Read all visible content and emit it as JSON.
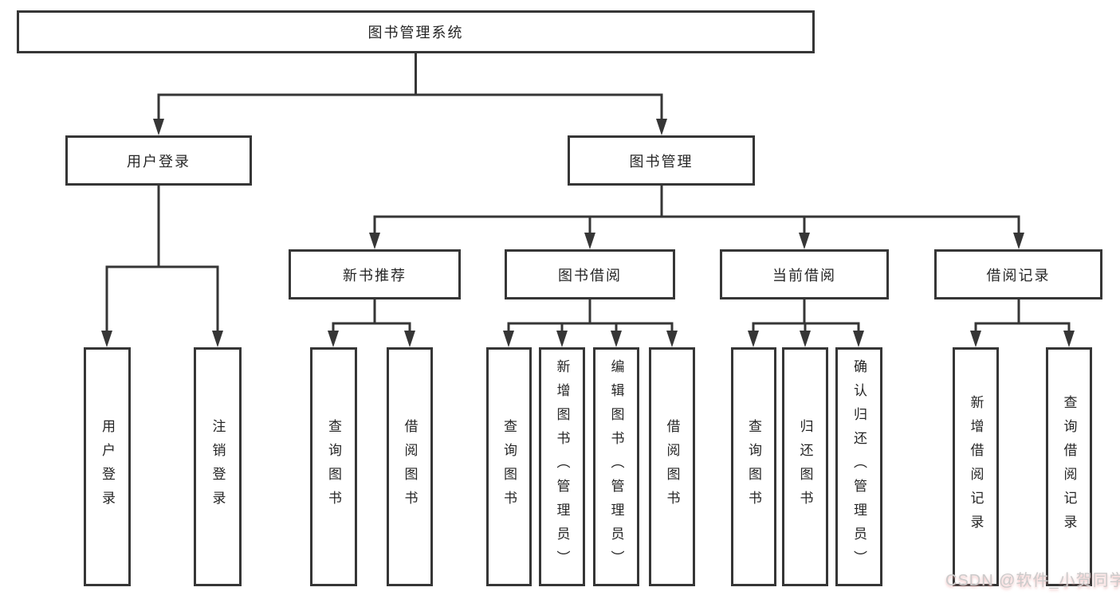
{
  "diagram": {
    "title": "图书管理系统",
    "tree": {
      "label": "图书管理系统",
      "children": [
        {
          "label": "用户登录",
          "children": [
            {
              "label": "用户登录"
            },
            {
              "label": "注销登录"
            }
          ]
        },
        {
          "label": "图书管理",
          "children": [
            {
              "label": "新书推荐",
              "children": [
                {
                  "label": "查询图书"
                },
                {
                  "label": "借阅图书"
                }
              ]
            },
            {
              "label": "图书借阅",
              "children": [
                {
                  "label": "查询图书"
                },
                {
                  "label": "新增图书（管理员）"
                },
                {
                  "label": "编辑图书（管理员）"
                },
                {
                  "label": "借阅图书"
                }
              ]
            },
            {
              "label": "当前借阅",
              "children": [
                {
                  "label": "查询图书"
                },
                {
                  "label": "归还图书"
                },
                {
                  "label": "确认归还（管理员）"
                }
              ]
            },
            {
              "label": "借阅记录",
              "children": [
                {
                  "label": "新增借阅记录"
                },
                {
                  "label": "查询借阅记录"
                }
              ]
            }
          ]
        }
      ]
    }
  },
  "watermark": {
    "text": "CSDN @软件_小贺同学"
  },
  "colors": {
    "line": "#363636",
    "box_border": "#363636",
    "text": "#262626",
    "watermark": "#cbcbcb",
    "background": "#ffffff"
  }
}
